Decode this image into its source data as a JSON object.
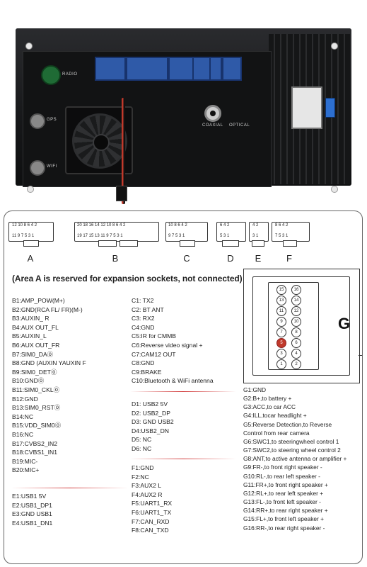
{
  "photo": {
    "labels": {
      "radio_label": "RADIO",
      "gps_label": "GPS",
      "wifi_label": "WIFI",
      "coaxial_label": "COAXIAL",
      "optical_label": "OPTICAL"
    }
  },
  "connectors": [
    {
      "id": "A",
      "label": "A",
      "top_pins": "12 10 8 6 4 2",
      "bottom_pins": "11 9 7 5 3 1"
    },
    {
      "id": "B",
      "label": "B",
      "top_pins": "20 18 16 14 12 10 8 6 4 2",
      "bottom_pins": "19 17 15 13 11 9 7 5 3 1"
    },
    {
      "id": "C",
      "label": "C",
      "top_pins": "10 8 6 4 2",
      "bottom_pins": "9 7 5 3 1"
    },
    {
      "id": "D",
      "label": "D",
      "top_pins": "6 4 2",
      "bottom_pins": "5 3 1"
    },
    {
      "id": "E",
      "label": "E",
      "top_pins": "4 2",
      "bottom_pins": "3 1"
    },
    {
      "id": "F",
      "label": "F",
      "top_pins": "8 6 4 2",
      "bottom_pins": "7 5 3 1"
    }
  ],
  "note": "(Area A is reserved for expansion sockets, not connected)",
  "b_pins": [
    "B1:AMP_POW(M+)",
    "B2:GND(RCA FL/ FR)(M-)",
    "B3:AUXIN_ R",
    "B4:AUX OUT_FL",
    "B5:AUXIN_L",
    "B6:AUX OUT_FR",
    "B7:SIM0_DA⓪",
    "B8:GND (AUXIN YAUXIN F",
    "B9:SIM0_DET⓪",
    "B10:GND⓪",
    "B11:SIM0_CKL⓪",
    "B12:GND",
    "B13:SIM0_RST⓪",
    "B14:NC",
    "B15:VDD_SIM0⓪",
    "B16:NC",
    "B17:CVBS2_IN2",
    "B18:CVBS1_IN1",
    "B19:MIC-",
    "B20:MIC+"
  ],
  "e_pins": [
    "E1:USB1 5V",
    "E2:USB1_DP1",
    "E3:GND USB1",
    "E4:USB1_DN1"
  ],
  "c_pins": [
    "C1: TX2",
    "C2: BT ANT",
    "C3: RX2",
    "C4:GND",
    "C5:IR for CMMB",
    "C6:Reverse video signal +",
    "C7:CAM12 OUT",
    "C8:GND",
    "C9:BRAKE",
    "C10:Bluetooth & WiFi antenna"
  ],
  "d_pins": [
    "D1: USB2 5V",
    "D2: USB2_DP",
    "D3: GND USB2",
    "D4:USB2_DN",
    "D5: NC",
    "D6: NC"
  ],
  "f_pins": [
    "F1:GND",
    "F2:NC",
    "F3:AUX2 L",
    "F4:AUX2 R",
    "F5:UART1_RX",
    "F6:UART1_TX",
    "F7:CAN_RXD",
    "F8:CAN_TXD"
  ],
  "g_connector": {
    "label": "G",
    "pins_left": [
      "15",
      "13",
      "11",
      "9",
      "7",
      "5",
      "3",
      "1"
    ],
    "pins_right": [
      "16",
      "14",
      "12",
      "10",
      "8",
      "6",
      "4",
      "2"
    ],
    "highlight_pin": "5",
    "highlight_color": "#c0392b"
  },
  "g_pins": [
    "G1:GND",
    "G2:B+,to battery +",
    "G3:ACC,to car ACC",
    "G4:ILL,tocar headlight +",
    "G5:Reverse Detection,to Reverse",
    "Control from rear camera",
    "G6:SWC1,to steeringwheel control 1",
    "G7:SWC2,to steering wheel control 2",
    "G8:ANT,to active antenna or amplifier +",
    "G9:FR-,to front right speaker -",
    "G10:RL-,to rear left speaker -",
    "G11:FR+,to front right speaker +",
    "G12:RL+,to rear left speaker +",
    "G13:FL-,to front left speaker -",
    "G14:RR+,to rear right speaker +",
    "G15:FL+,to front left speaker +",
    "G16:RR-,to rear right speaker -"
  ],
  "colors": {
    "accent_rule": "#d23c3c",
    "connector_blue": "#2f5aa8"
  }
}
